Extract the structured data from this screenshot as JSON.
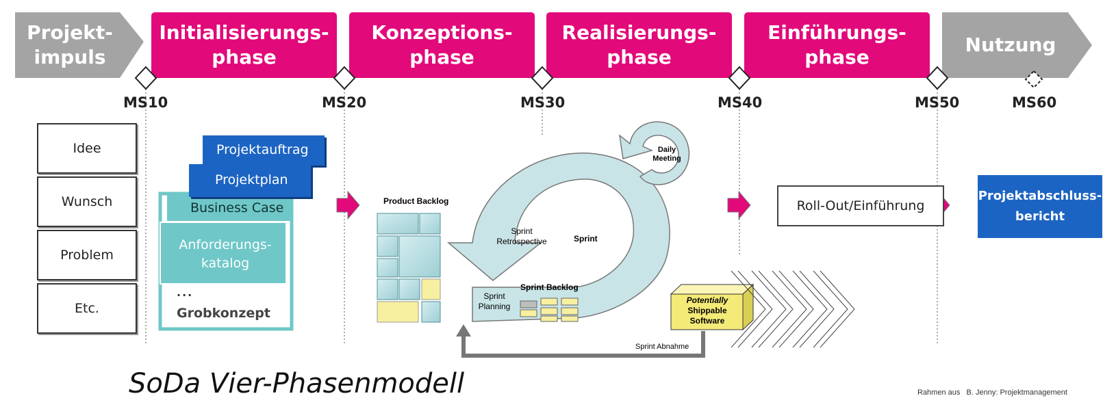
{
  "phases": [
    {
      "line1": "Projekt-",
      "line2": "impuls"
    },
    {
      "line1": "Initialisierungs-",
      "line2": "phase"
    },
    {
      "line1": "Konzeptions-",
      "line2": "phase"
    },
    {
      "line1": "Realisierungs-",
      "line2": "phase"
    },
    {
      "line1": "Einführungs-",
      "line2": "phase"
    },
    {
      "line1": "Nutzung",
      "line2": ""
    }
  ],
  "milestones": [
    "MS10",
    "MS20",
    "MS30",
    "MS40",
    "MS50",
    "MS60"
  ],
  "triggers": [
    "Idee",
    "Wunsch",
    "Problem",
    "Etc."
  ],
  "init_docs": {
    "projektauftrag": "Projektauftrag",
    "projektplan": "Projektplan",
    "business_case": "Business Case",
    "anforderungs_line1": "Anforderungs-",
    "anforderungs_line2": "katalog",
    "dots": "...",
    "grobkonzept": "Grobkonzept"
  },
  "scrum": {
    "product_backlog": "Product Backlog",
    "daily_meeting_line1": "Daily",
    "daily_meeting_line2": "Meeting",
    "sprint": "Sprint",
    "sprint_retro_line1": "Sprint",
    "sprint_retro_line2": "Retrospective",
    "sprint_planning_line1": "Sprint",
    "sprint_planning_line2": "Planning",
    "sprint_backlog": "Sprint Backlog",
    "potentially": "Potentially",
    "shippable": "Shippable",
    "software": "Software",
    "sprint_abnahme": "Sprint Abnahme"
  },
  "rollout": "Roll-Out/Einführung",
  "abschluss_line1": "Projektabschluss-",
  "abschluss_line2": "bericht",
  "title": "SoDa Vier-Phasenmodell",
  "credit": "Rahmen aus   B. Jenny: Projektmanagement",
  "colors": {
    "magenta": "#e2097a",
    "grey": "#a4a4a4",
    "blue": "#1c64c3",
    "teal": "#6fc7c8",
    "scrum_teal": "#c9e4e6",
    "yellow": "#f7f0a0"
  }
}
